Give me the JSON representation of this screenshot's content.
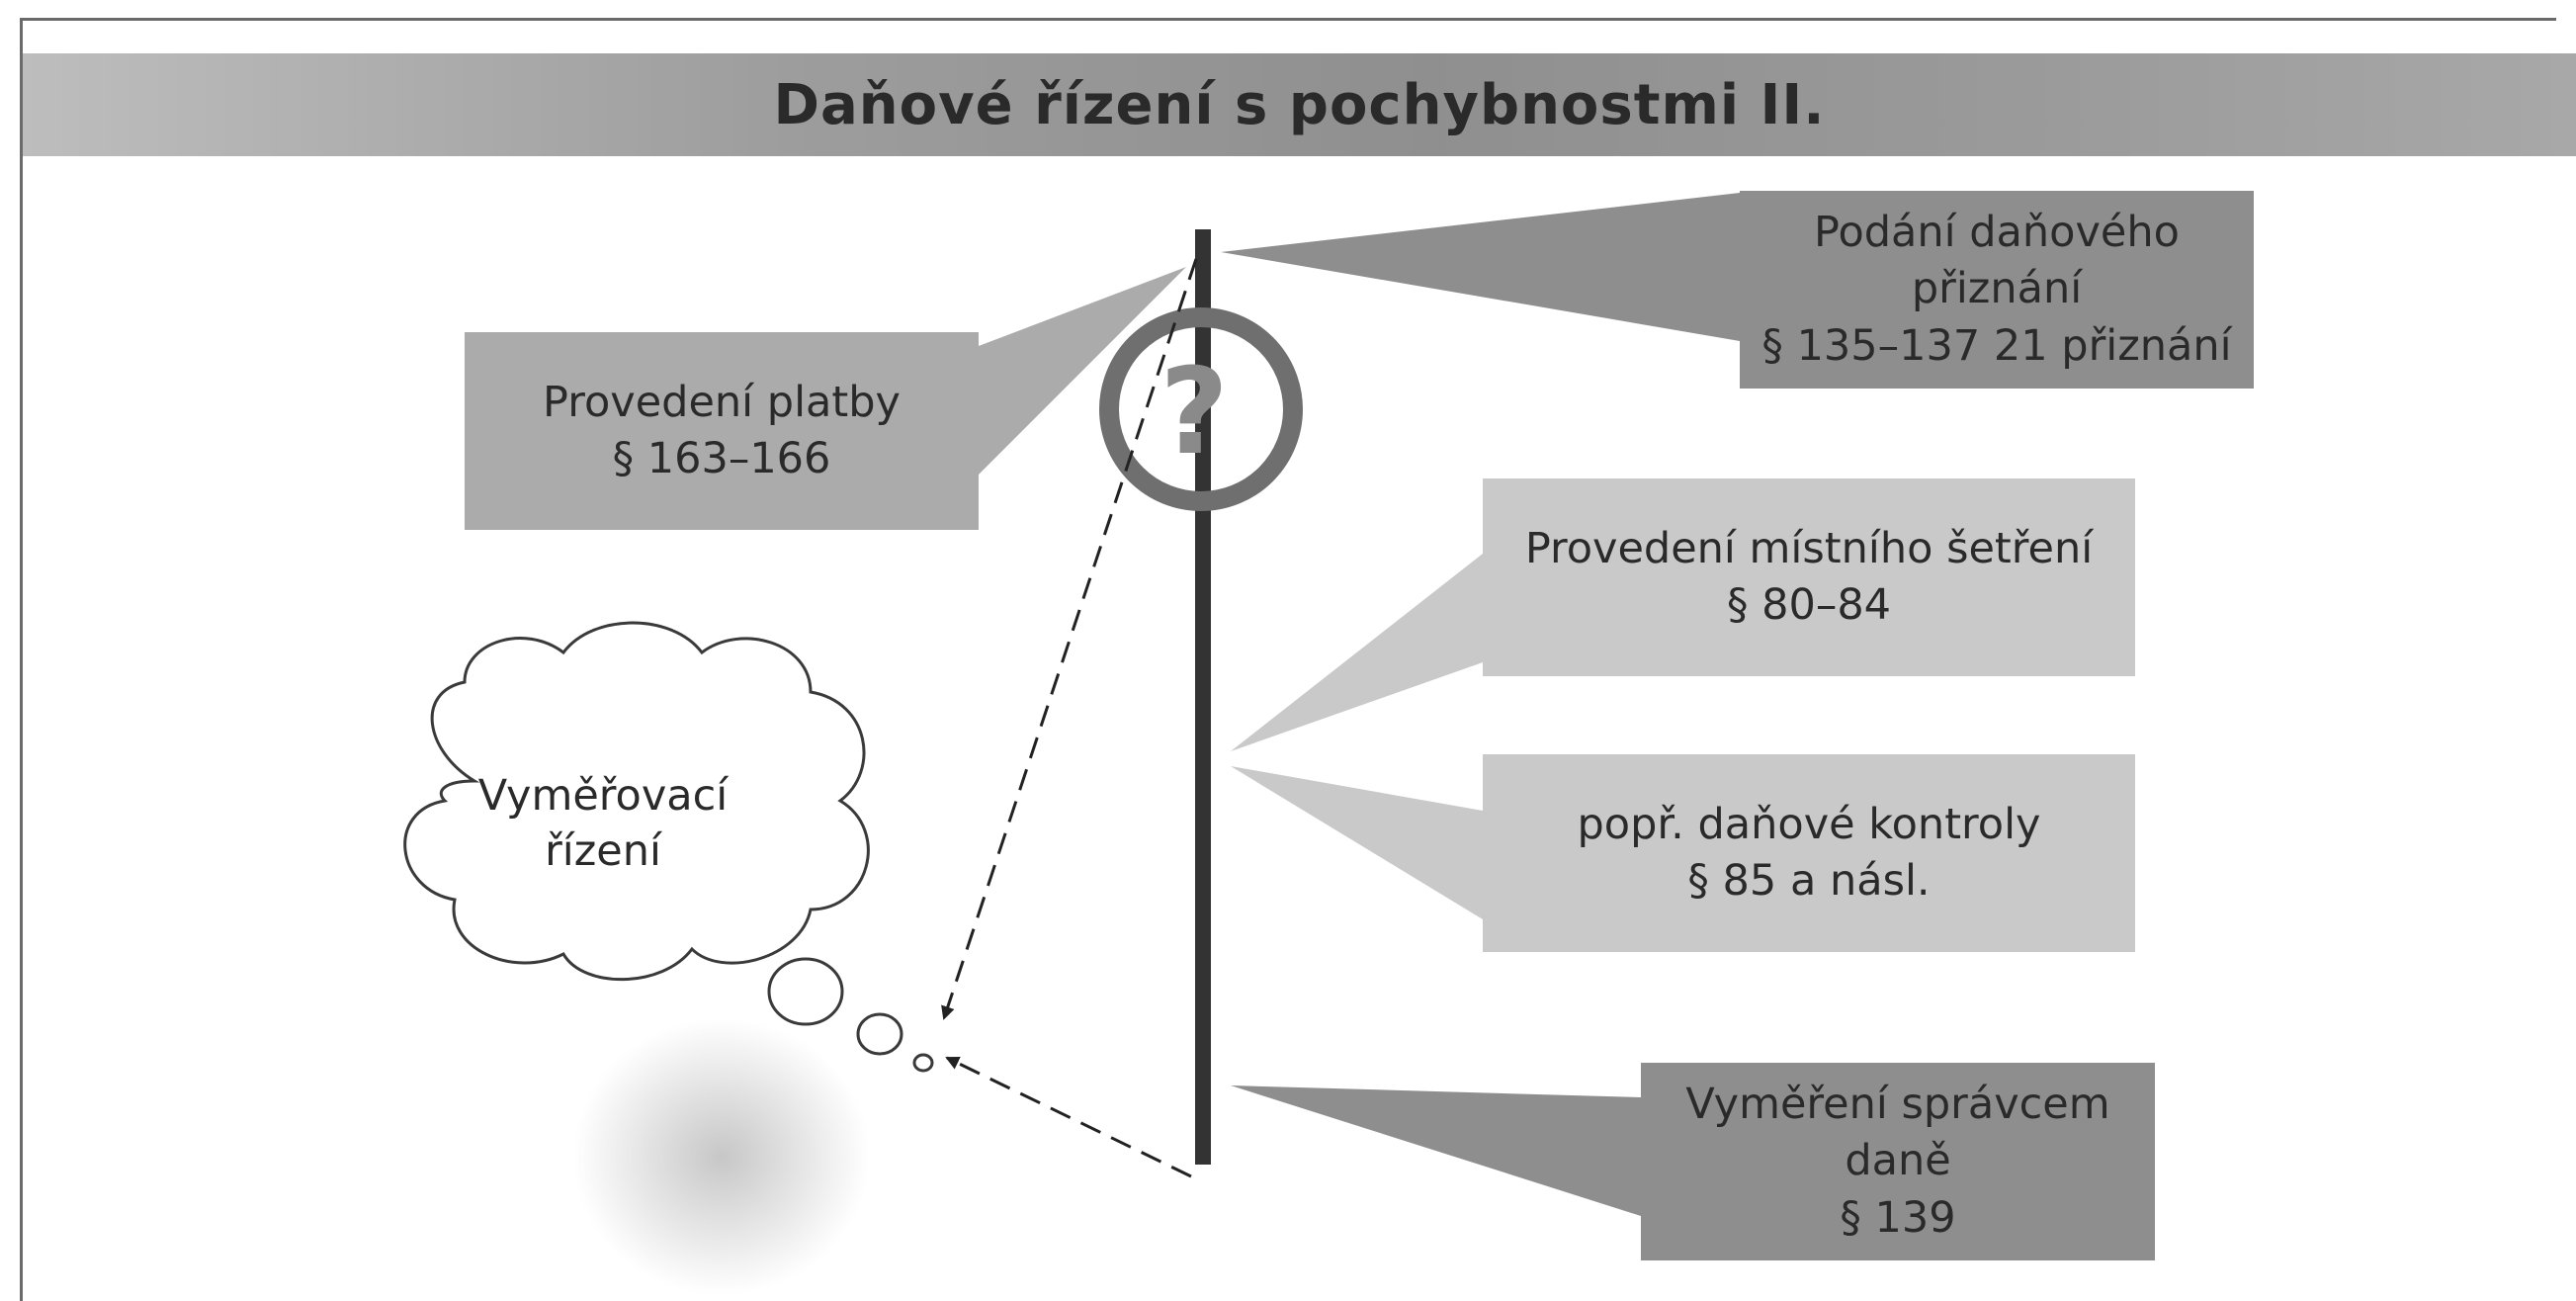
{
  "title": "Daňové řízení s pochybnostmi II.",
  "center_symbol": "?",
  "colors": {
    "dark_box": "#8e8e8e",
    "mid_box": "#ababab",
    "light_box": "#c9c9c9",
    "timeline": "#333333",
    "text": "#2a2a2a"
  },
  "boxes": {
    "payment": {
      "line1": "Provedení platby",
      "line2": "§ 163–166"
    },
    "filing": {
      "line1": "Podání daňového",
      "line2": "přiznání",
      "line3": "§ 135–137 21 přiznání"
    },
    "local_investigation": {
      "line1": "Provedení místního šetření",
      "line2": "§ 80–84"
    },
    "tax_audit": {
      "line1": "popř. daňové kontroly",
      "line2": "§ 85 a násl."
    },
    "assessment": {
      "line1": "Vyměření správcem",
      "line2": "daně",
      "line3": "§ 139"
    }
  },
  "cloud": {
    "line1": "Vyměřovací",
    "line2": "řízení"
  }
}
